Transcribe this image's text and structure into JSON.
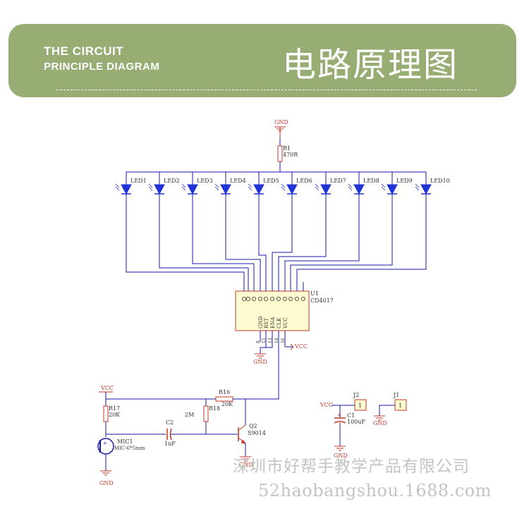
{
  "header": {
    "title_en_line1": "THE CIRCUIT",
    "title_en_line2": "PRINCIPLE DIAGRAM",
    "title_cn": "电路原理图"
  },
  "schematic": {
    "gnd_label": "GND",
    "vcc_label": "VCC",
    "r1": {
      "ref": "R1",
      "value": "470R"
    },
    "leds": [
      "LED1",
      "LED2",
      "LED3",
      "LED4",
      "LED5",
      "LED6",
      "LED7",
      "LED8",
      "LED9",
      "LED10"
    ],
    "u1": {
      "ref": "U1",
      "part": "CD4017",
      "bottom_pins": [
        "GND",
        "RST",
        "ENA",
        "CLK",
        "VCC"
      ],
      "pin_numbers": [
        "8",
        "15",
        "13",
        "14",
        "16"
      ]
    },
    "r16": {
      "ref": "R16",
      "value": "20K"
    },
    "r17": {
      "ref": "R17",
      "value": "20K"
    },
    "r18": {
      "ref": "R18",
      "value": "2M"
    },
    "c2": {
      "ref": "C2",
      "value": "1uF"
    },
    "q2": {
      "ref": "Q2",
      "part": "S9014"
    },
    "mic": {
      "ref": "MIC1",
      "value": "MIC-6*5mm"
    },
    "c1": {
      "ref": "C1",
      "value": "100uF"
    },
    "j2": {
      "ref": "J2",
      "pin": "1"
    },
    "j1": {
      "ref": "J1",
      "pin": "1"
    }
  },
  "watermark": {
    "line1": "深圳市好帮手教学产品有限公司",
    "line2": "52haobangshou.1688.com"
  },
  "colors": {
    "banner": "#98ad74",
    "wire": "#1a1aa8",
    "component": "#c0392b",
    "led": "#1f33d6"
  }
}
